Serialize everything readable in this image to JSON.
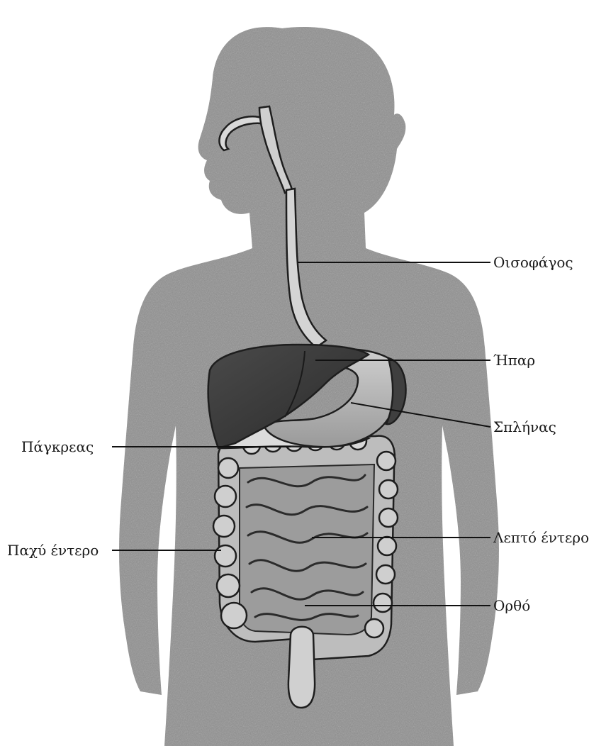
{
  "diagram": {
    "labels": {
      "esophagus": "Οισοφάγος",
      "liver": "Ήπαρ",
      "spleen": "Σπλήνας",
      "pancreas": "Πάγκρεας",
      "large_intestine": "Παχύ έντερο",
      "small_intestine": "Λεπτό έντερο",
      "rectum": "Ορθό"
    },
    "colors": {
      "body": "#8f8f8f",
      "organ_dark": "#3d3d3d",
      "organ_light": "#d6d6d6",
      "lines": "#111111"
    }
  }
}
